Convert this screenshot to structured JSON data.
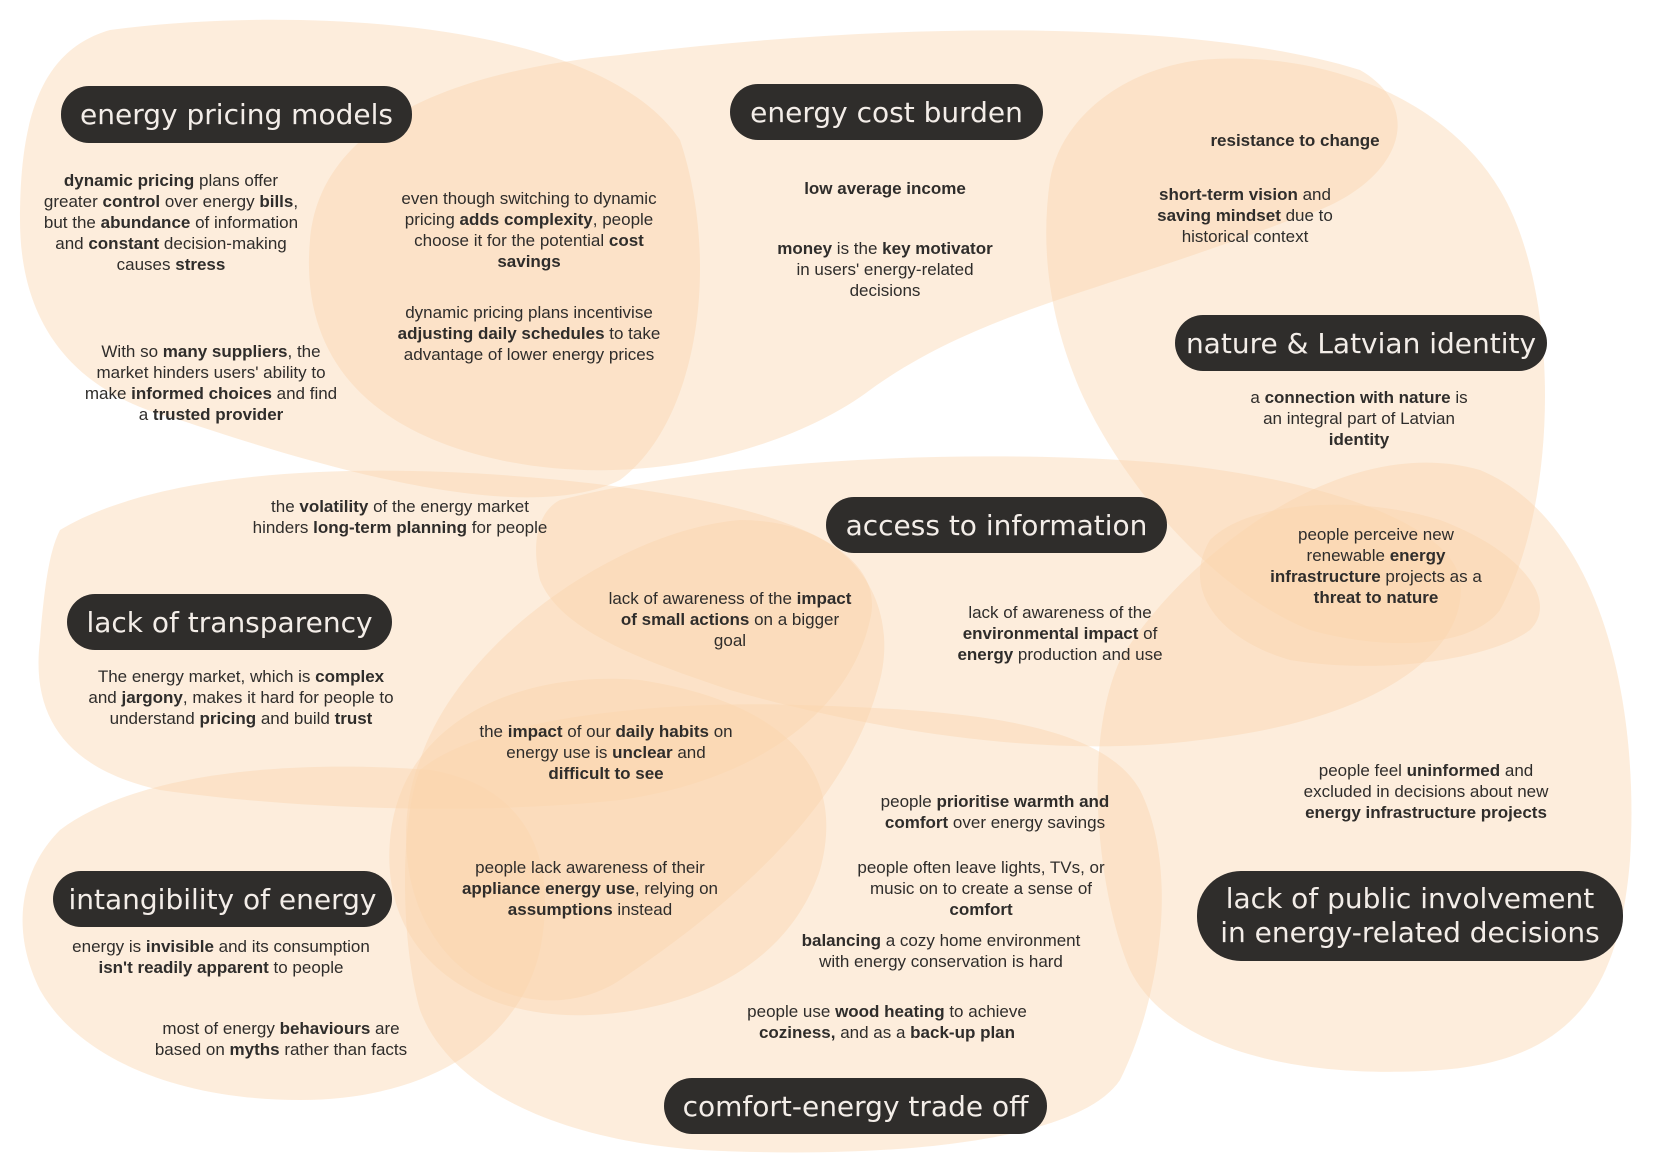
{
  "themes": {
    "energy_pricing_models": "energy pricing models",
    "energy_cost_burden": "energy cost burden",
    "nature_latvian_identity": "nature & Latvian identity",
    "access_to_information": "access to information",
    "lack_of_transparency": "lack of transparency",
    "intangibility_of_energy": "intangibility of energy",
    "lack_of_public_involvement_line1": "lack of public involvement",
    "lack_of_public_involvement_line2": "in energy-related decisions",
    "comfort_energy_trade_off": "comfort-energy trade off"
  },
  "notes": {
    "dynamic_control": [
      "",
      "dynamic pricing",
      " plans offer greater ",
      "control",
      " over energy ",
      "bills",
      ", but the ",
      "abundance",
      " of information and ",
      "constant",
      " decision-making causes ",
      "stress",
      ""
    ],
    "switching_complexity": [
      "even though switching to dynamic pricing ",
      "adds complexity",
      ", people choose it for the potential ",
      "cost savings",
      ""
    ],
    "adjusting_schedules": [
      "dynamic pricing plans incentivise ",
      "adjusting daily schedules",
      " to take advantage of lower energy prices"
    ],
    "many_suppliers": [
      "With so ",
      "many suppliers",
      ", the market hinders users' ability to make ",
      "informed choices",
      " and find a ",
      "trusted provider",
      ""
    ],
    "low_income": [
      "",
      "low average income",
      ""
    ],
    "money_motivator": [
      "",
      "money",
      " is the ",
      "key motivator",
      " in users' energy-related decisions"
    ],
    "resistance": [
      "",
      "resistance to change",
      ""
    ],
    "short_term_vision": [
      "",
      "short-term vision",
      " and ",
      "saving mindset",
      " due to historical context"
    ],
    "connection_nature": [
      "a ",
      "connection with nature",
      " is an integral part of Latvian ",
      "identity",
      ""
    ],
    "volatility": [
      "the ",
      "volatility",
      " of the energy market hinders ",
      "long-term planning",
      " for people"
    ],
    "renewable_threat": [
      "people perceive new renewable ",
      "energy infrastructure",
      " projects as a ",
      "threat to nature",
      ""
    ],
    "small_actions": [
      "lack of awareness of the ",
      "impact of small actions",
      " on a bigger goal"
    ],
    "environmental_impact": [
      "lack of awareness of the ",
      "environmental impact",
      " of ",
      "energy",
      " production and use"
    ],
    "complex_jargony": [
      "The energy market, which is  ",
      "complex",
      " and ",
      "jargony",
      ", makes it hard for people to understand ",
      "pricing",
      " and build ",
      "trust",
      ""
    ],
    "daily_habits": [
      "the ",
      "impact",
      " of our ",
      "daily habits",
      " on energy use is ",
      "unclear",
      " and ",
      "difficult to see",
      ""
    ],
    "uninformed": [
      "people feel ",
      "uninformed",
      " and excluded in decisions about new ",
      "energy infrastructure projects",
      ""
    ],
    "warmth_comfort": [
      "people ",
      "prioritise warmth and comfort",
      " over energy savings"
    ],
    "appliance_use": [
      "people lack awareness of their ",
      "appliance energy use",
      ", relying on ",
      "assumptions",
      " instead"
    ],
    "leave_lights": [
      "people often leave lights, TVs, or music on to create a sense of ",
      "comfort",
      ""
    ],
    "balancing": [
      "",
      "balancing",
      " a cozy home environment with energy conservation is hard"
    ],
    "invisible": [
      "energy is ",
      "invisible",
      " and its consumption ",
      "isn't readily apparent",
      " to people"
    ],
    "myths": [
      "most of energy ",
      "behaviours",
      " are based on ",
      "myths",
      " rather than facts"
    ],
    "wood_heating": [
      "people use ",
      "wood heating",
      " to achieve ",
      "coziness,",
      " and as a  ",
      "back-up plan",
      ""
    ]
  },
  "colors": {
    "blob_fill": "#fbd3ac",
    "pill_fill": "#2f2d2b",
    "pill_text": "#f3ede8",
    "note_text": "#2f2d2b"
  }
}
